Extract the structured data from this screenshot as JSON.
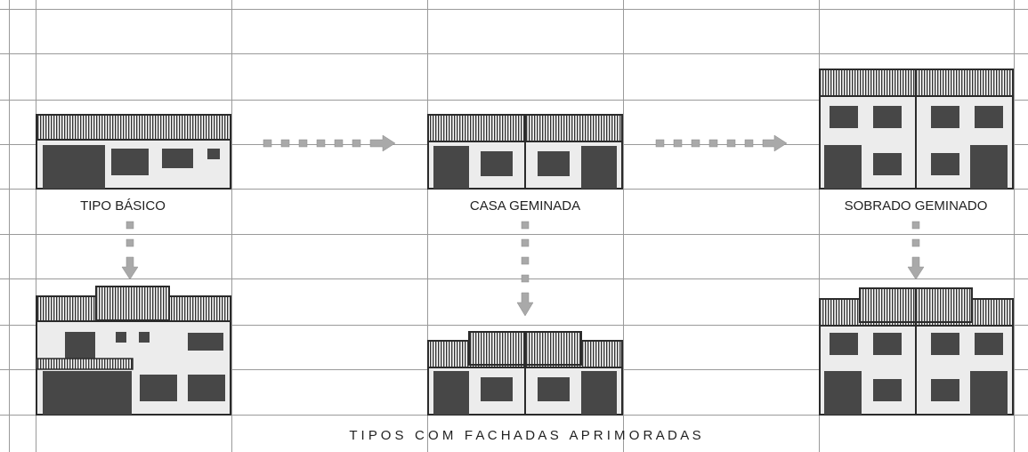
{
  "labels": {
    "basic": "TIPO BÁSICO",
    "twin_house": "CASA GEMINADA",
    "twin_townhouse": "SOBRADO GEMINADO",
    "improved_facades": "T I P O S   C O M   F A C H A D A S   A P R I M O R A D A S"
  },
  "colors": {
    "background": "#ffffff",
    "grid": "#9a9a9a",
    "wall": "#ececec",
    "outline": "#2b2b2b",
    "dark_fill": "#474747",
    "roof_stripe": "#333333",
    "arrow": "#a9a9a9"
  }
}
